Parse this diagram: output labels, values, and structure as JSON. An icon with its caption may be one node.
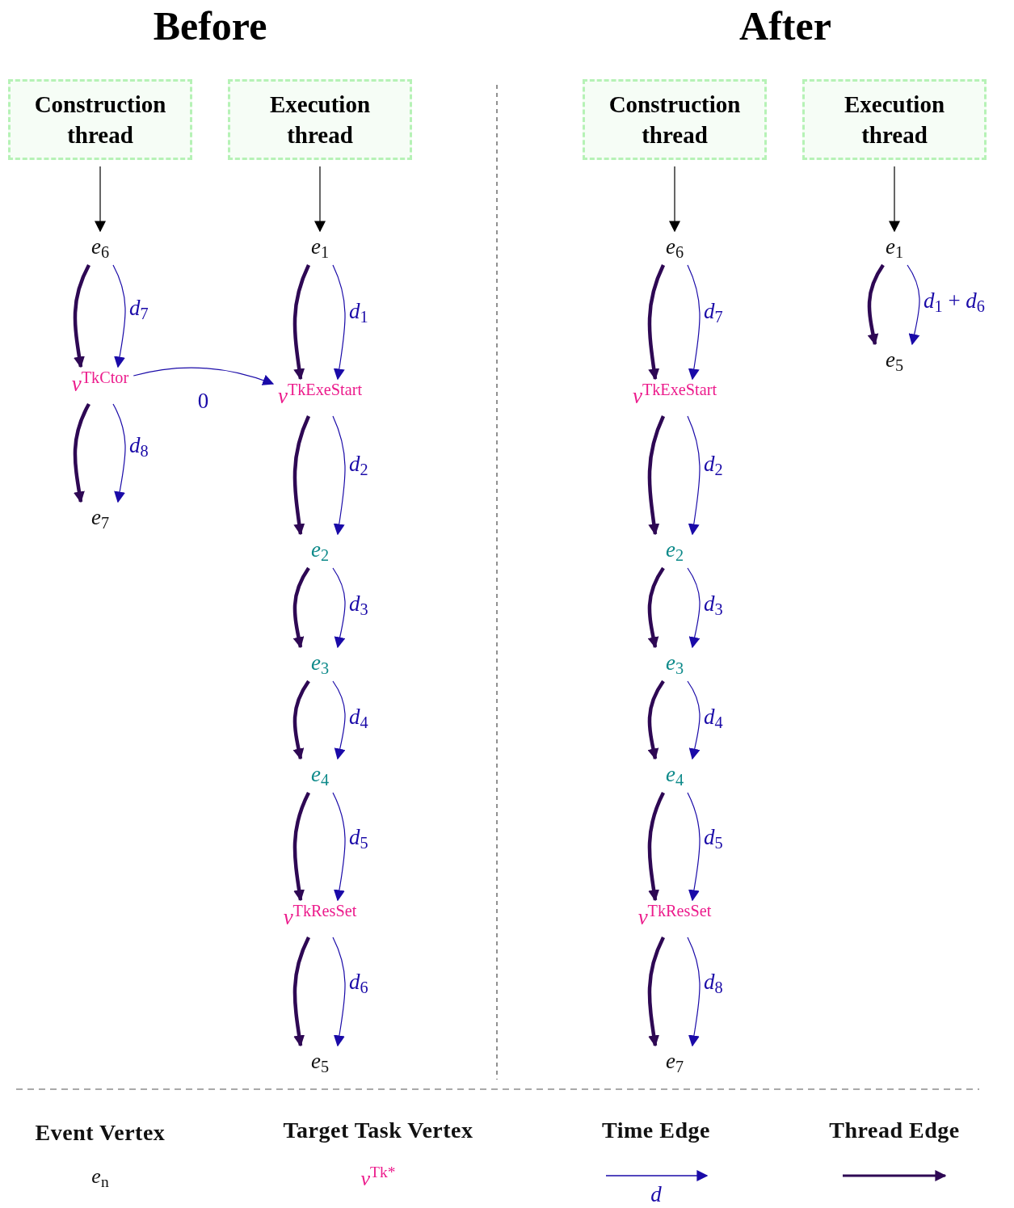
{
  "diagram": {
    "nodes": [
      {
        "text": [
          "Construction thread"
        ]
      },
      {
        "text": [
          "Execution thread"
        ]
      },
      {
        "text": [
          "*e*$_{6}$"
        ]
      },
      {
        "text": [
          "*v*$^{TkCtor}$"
        ]
      },
      {
        "text": [
          "*e*$_{7}$"
        ]
      },
      {
        "text": [
          "*e*$_{1}$"
        ]
      },
      {
        "text": [
          "*v*$^{TkExeStart}$"
        ]
      },
      {
        "text": [
          "*e*$_{2}$"
        ]
      },
      {
        "text": [
          "*e*$_{3}$"
        ]
      },
      {
        "text": [
          "*e*$_{4}$"
        ]
      },
      {
        "text": [
          "*v*$^{TkResSet}$"
        ]
      },
      {
        "text": [
          "*e*$_{5}$"
        ]
      },
      {
        "text": [
          "Construction thread"
        ]
      },
      {
        "text": [
          "Execution thread"
        ]
      },
      {
        "text": [
          "*e*$_{6}$"
        ]
      },
      {
        "text": [
          "*v*$^{TkExeStart}$"
        ]
      },
      {
        "text": [
          "*e*$_{2}$"
        ]
      },
      {
        "text": [
          "*e*$_{3}$"
        ]
      },
      {
        "text": [
          "*e*$_{4}$"
        ]
      },
      {
        "text": [
          "*v*$^{TkResSet}$"
        ]
      },
      {
        "text": [
          "*e*$_{7}$"
        ]
      },
      {
        "text": [
          "*e*$_{1}$"
        ]
      },
      {
        "text": [
          "*e*$_{5}$"
        ]
      }
    ],
    "edges": [
      {
        "from": 0,
        "to": 2,
        "arrow": "to",
        "color": "#000000"
      },
      {
        "from": 1,
        "to": 5,
        "arrow": "to",
        "color": "#000000"
      },
      {
        "from": 2,
        "to": 3,
        "arrow": "to",
        "style": "thick",
        "color": "#2e0854"
      },
      {
        "from": 2,
        "to": 3,
        "arrow": "to",
        "label": "*d*$_{7}$",
        "color": "#1a0aa8"
      },
      {
        "from": 3,
        "to": 4,
        "arrow": "to",
        "style": "thick",
        "color": "#2e0854"
      },
      {
        "from": 3,
        "to": 4,
        "arrow": "to",
        "label": "*d*$_{8}$",
        "color": "#1a0aa8"
      },
      {
        "from": 3,
        "to": 6,
        "arrow": "to",
        "label": "0",
        "color": "#1a0aa8"
      },
      {
        "from": 5,
        "to": 6,
        "arrow": "to",
        "style": "thick",
        "color": "#2e0854"
      },
      {
        "from": 5,
        "to": 6,
        "arrow": "to",
        "label": "*d*$_{1}$",
        "color": "#1a0aa8"
      },
      {
        "from": 6,
        "to": 7,
        "arrow": "to",
        "style": "thick",
        "color": "#2e0854"
      },
      {
        "from": 6,
        "to": 7,
        "arrow": "to",
        "label": "*d*$_{2}$",
        "color": "#1a0aa8"
      },
      {
        "from": 7,
        "to": 8,
        "arrow": "to",
        "style": "thick",
        "color": "#2e0854"
      },
      {
        "from": 7,
        "to": 8,
        "arrow": "to",
        "label": "*d*$_{3}$",
        "color": "#1a0aa8"
      },
      {
        "from": 8,
        "to": 9,
        "arrow": "to",
        "style": "thick",
        "color": "#2e0854"
      },
      {
        "from": 8,
        "to": 9,
        "arrow": "to",
        "label": "*d*$_{4}$",
        "color": "#1a0aa8"
      },
      {
        "from": 9,
        "to": 10,
        "arrow": "to",
        "style": "thick",
        "color": "#2e0854"
      },
      {
        "from": 9,
        "to": 10,
        "arrow": "to",
        "label": "*d*$_{5}$",
        "color": "#1a0aa8"
      },
      {
        "from": 10,
        "to": 11,
        "arrow": "to",
        "style": "thick",
        "color": "#2e0854"
      },
      {
        "from": 10,
        "to": 11,
        "arrow": "to",
        "label": "*d*$_{6}$",
        "color": "#1a0aa8"
      },
      {
        "from": 12,
        "to": 14,
        "arrow": "to",
        "color": "#000000"
      },
      {
        "from": 13,
        "to": 21,
        "arrow": "to",
        "color": "#000000"
      },
      {
        "from": 14,
        "to": 15,
        "arrow": "to",
        "style": "thick",
        "color": "#2e0854"
      },
      {
        "from": 14,
        "to": 15,
        "arrow": "to",
        "label": "*d*$_{7}$",
        "color": "#1a0aa8"
      },
      {
        "from": 15,
        "to": 16,
        "arrow": "to",
        "style": "thick",
        "color": "#2e0854"
      },
      {
        "from": 15,
        "to": 16,
        "arrow": "to",
        "label": "*d*$_{2}$",
        "color": "#1a0aa8"
      },
      {
        "from": 16,
        "to": 17,
        "arrow": "to",
        "style": "thick",
        "color": "#2e0854"
      },
      {
        "from": 16,
        "to": 17,
        "arrow": "to",
        "label": "*d*$_{3}$",
        "color": "#1a0aa8"
      },
      {
        "from": 17,
        "to": 18,
        "arrow": "to",
        "style": "thick",
        "color": "#2e0854"
      },
      {
        "from": 17,
        "to": 18,
        "arrow": "to",
        "label": "*d*$_{4}$",
        "color": "#1a0aa8"
      },
      {
        "from": 18,
        "to": 19,
        "arrow": "to",
        "style": "thick",
        "color": "#2e0854"
      },
      {
        "from": 18,
        "to": 19,
        "arrow": "to",
        "label": "*d*$_{5}$",
        "color": "#1a0aa8"
      },
      {
        "from": 19,
        "to": 20,
        "arrow": "to",
        "style": "thick",
        "color": "#2e0854"
      },
      {
        "from": 19,
        "to": 20,
        "arrow": "to",
        "label": "*d*$_{8}$",
        "color": "#1a0aa8"
      },
      {
        "from": 21,
        "to": 22,
        "arrow": "to",
        "style": "thick",
        "color": "#2e0854"
      },
      {
        "from": 21,
        "to": 22,
        "arrow": "to",
        "label": "*d*$_{1}$ + *d*$_{6}$",
        "color": "#1a0aa8"
      }
    ],
    "labels": [
      "Before",
      "After",
      "*e*$_{n}$",
      "*v*$^{Tk*}$",
      "d"
    ],
    "legend": [
      {
        "text": "Event Vertex"
      },
      {
        "text": "Target Task Vertex"
      },
      {
        "text": "Time Edge"
      },
      {
        "text": "Thread Edge"
      }
    ]
  }
}
